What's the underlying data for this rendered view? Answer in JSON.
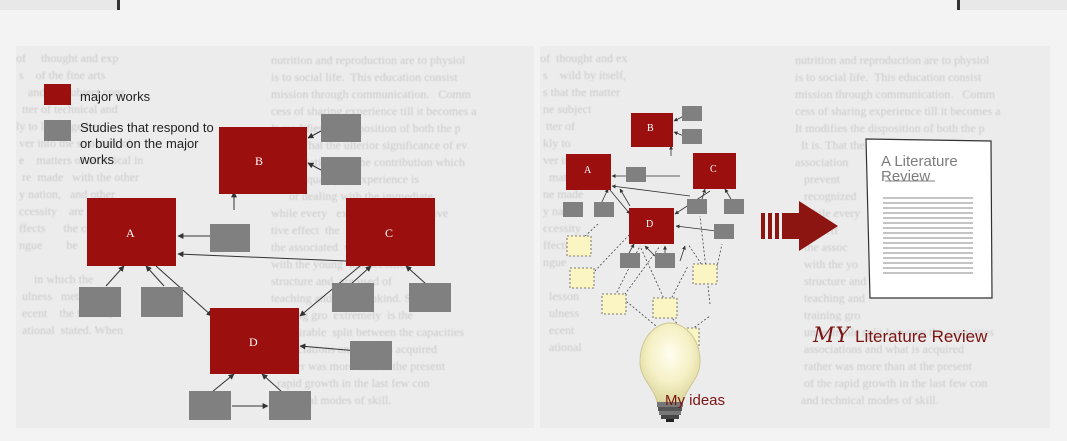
{
  "legend": {
    "major": "major works",
    "studies": "Studies that respond to or build on the major works"
  },
  "nodes": {
    "a": "A",
    "b": "B",
    "c": "C",
    "d": "D"
  },
  "my_ideas": "My ideas",
  "document": {
    "title": "A Literature Review"
  },
  "my_review": {
    "my": "MY",
    "rest": " Literature Review"
  },
  "colors": {
    "major": "#9b0f0f",
    "study": "#808080",
    "idea": "#fbf4c3",
    "accent": "#7a1412"
  }
}
